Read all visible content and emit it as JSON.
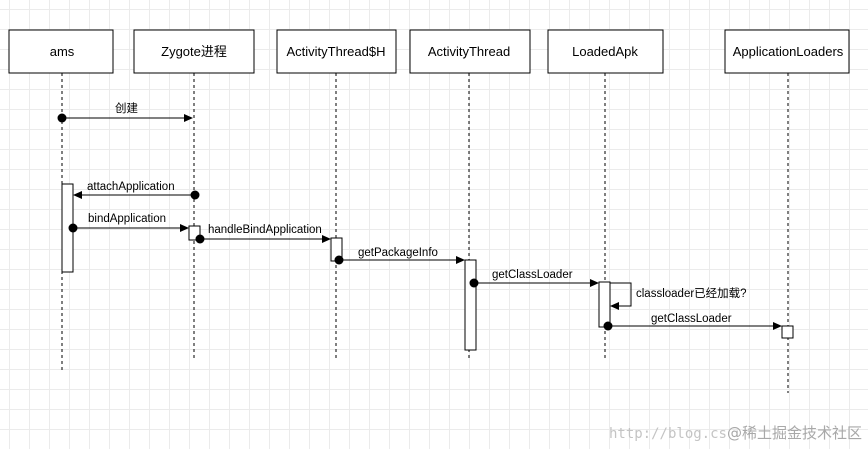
{
  "participants": [
    {
      "id": "ams",
      "label": "ams"
    },
    {
      "id": "zygote",
      "label": "Zygote进程"
    },
    {
      "id": "at-h",
      "label": "ActivityThread$H"
    },
    {
      "id": "at",
      "label": "ActivityThread"
    },
    {
      "id": "apk",
      "label": "LoadedApk"
    },
    {
      "id": "loaders",
      "label": "ApplicationLoaders"
    }
  ],
  "messages": [
    {
      "id": "create",
      "label": "创建",
      "from": "ams",
      "to": "zygote"
    },
    {
      "id": "attach",
      "label": "attachApplication",
      "from": "zygote",
      "to": "ams"
    },
    {
      "id": "bind",
      "label": "bindApplication",
      "from": "ams",
      "to": "zygote"
    },
    {
      "id": "handle-bind",
      "label": "handleBindApplication",
      "from": "zygote",
      "to": "at-h"
    },
    {
      "id": "get-package-info",
      "label": "getPackageInfo",
      "from": "at-h",
      "to": "at"
    },
    {
      "id": "get-classloader-1",
      "label": "getClassLoader",
      "from": "at",
      "to": "apk"
    },
    {
      "id": "self-check",
      "label": "classloader已经加载?",
      "from": "apk",
      "to": "apk"
    },
    {
      "id": "get-classloader-2",
      "label": "getClassLoader",
      "from": "apk",
      "to": "loaders"
    }
  ],
  "watermark": {
    "url": "http://blog.cs",
    "text": "@稀土掘金技术社区"
  }
}
